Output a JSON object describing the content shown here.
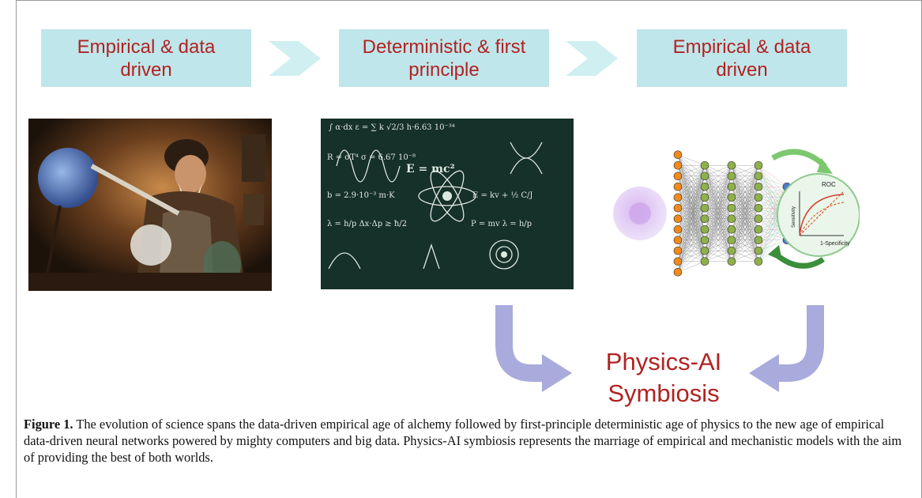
{
  "figure": {
    "stages": [
      {
        "label": "Empirical & data\ndriven"
      },
      {
        "label": "Deterministic & first\nprinciple"
      },
      {
        "label": "Empirical & data\ndriven"
      }
    ],
    "result_label": "Physics-AI\nSymbiosis",
    "chalkboard_formula": "E = mc²",
    "roc": {
      "title": "ROC",
      "x_label": "1-Specificity",
      "y_label": "Sensitivity"
    },
    "colors": {
      "stage_box": "#bfe6ea",
      "stage_text": "#b22222",
      "arrow": "#a9abdd",
      "input_layer": "#f08a1c",
      "hidden_layer": "#8fb14a",
      "output_layer": "#4f78c8"
    }
  },
  "caption": {
    "label": "Figure 1.",
    "text": "The evolution of science spans the data-driven empirical age of alchemy followed by first-principle deterministic age of physics to the new age of empirical data-driven neural networks powered by mighty computers and big data. Physics-AI symbiosis represents the marriage of empirical and mechanistic models with the aim of providing the best of both worlds."
  }
}
